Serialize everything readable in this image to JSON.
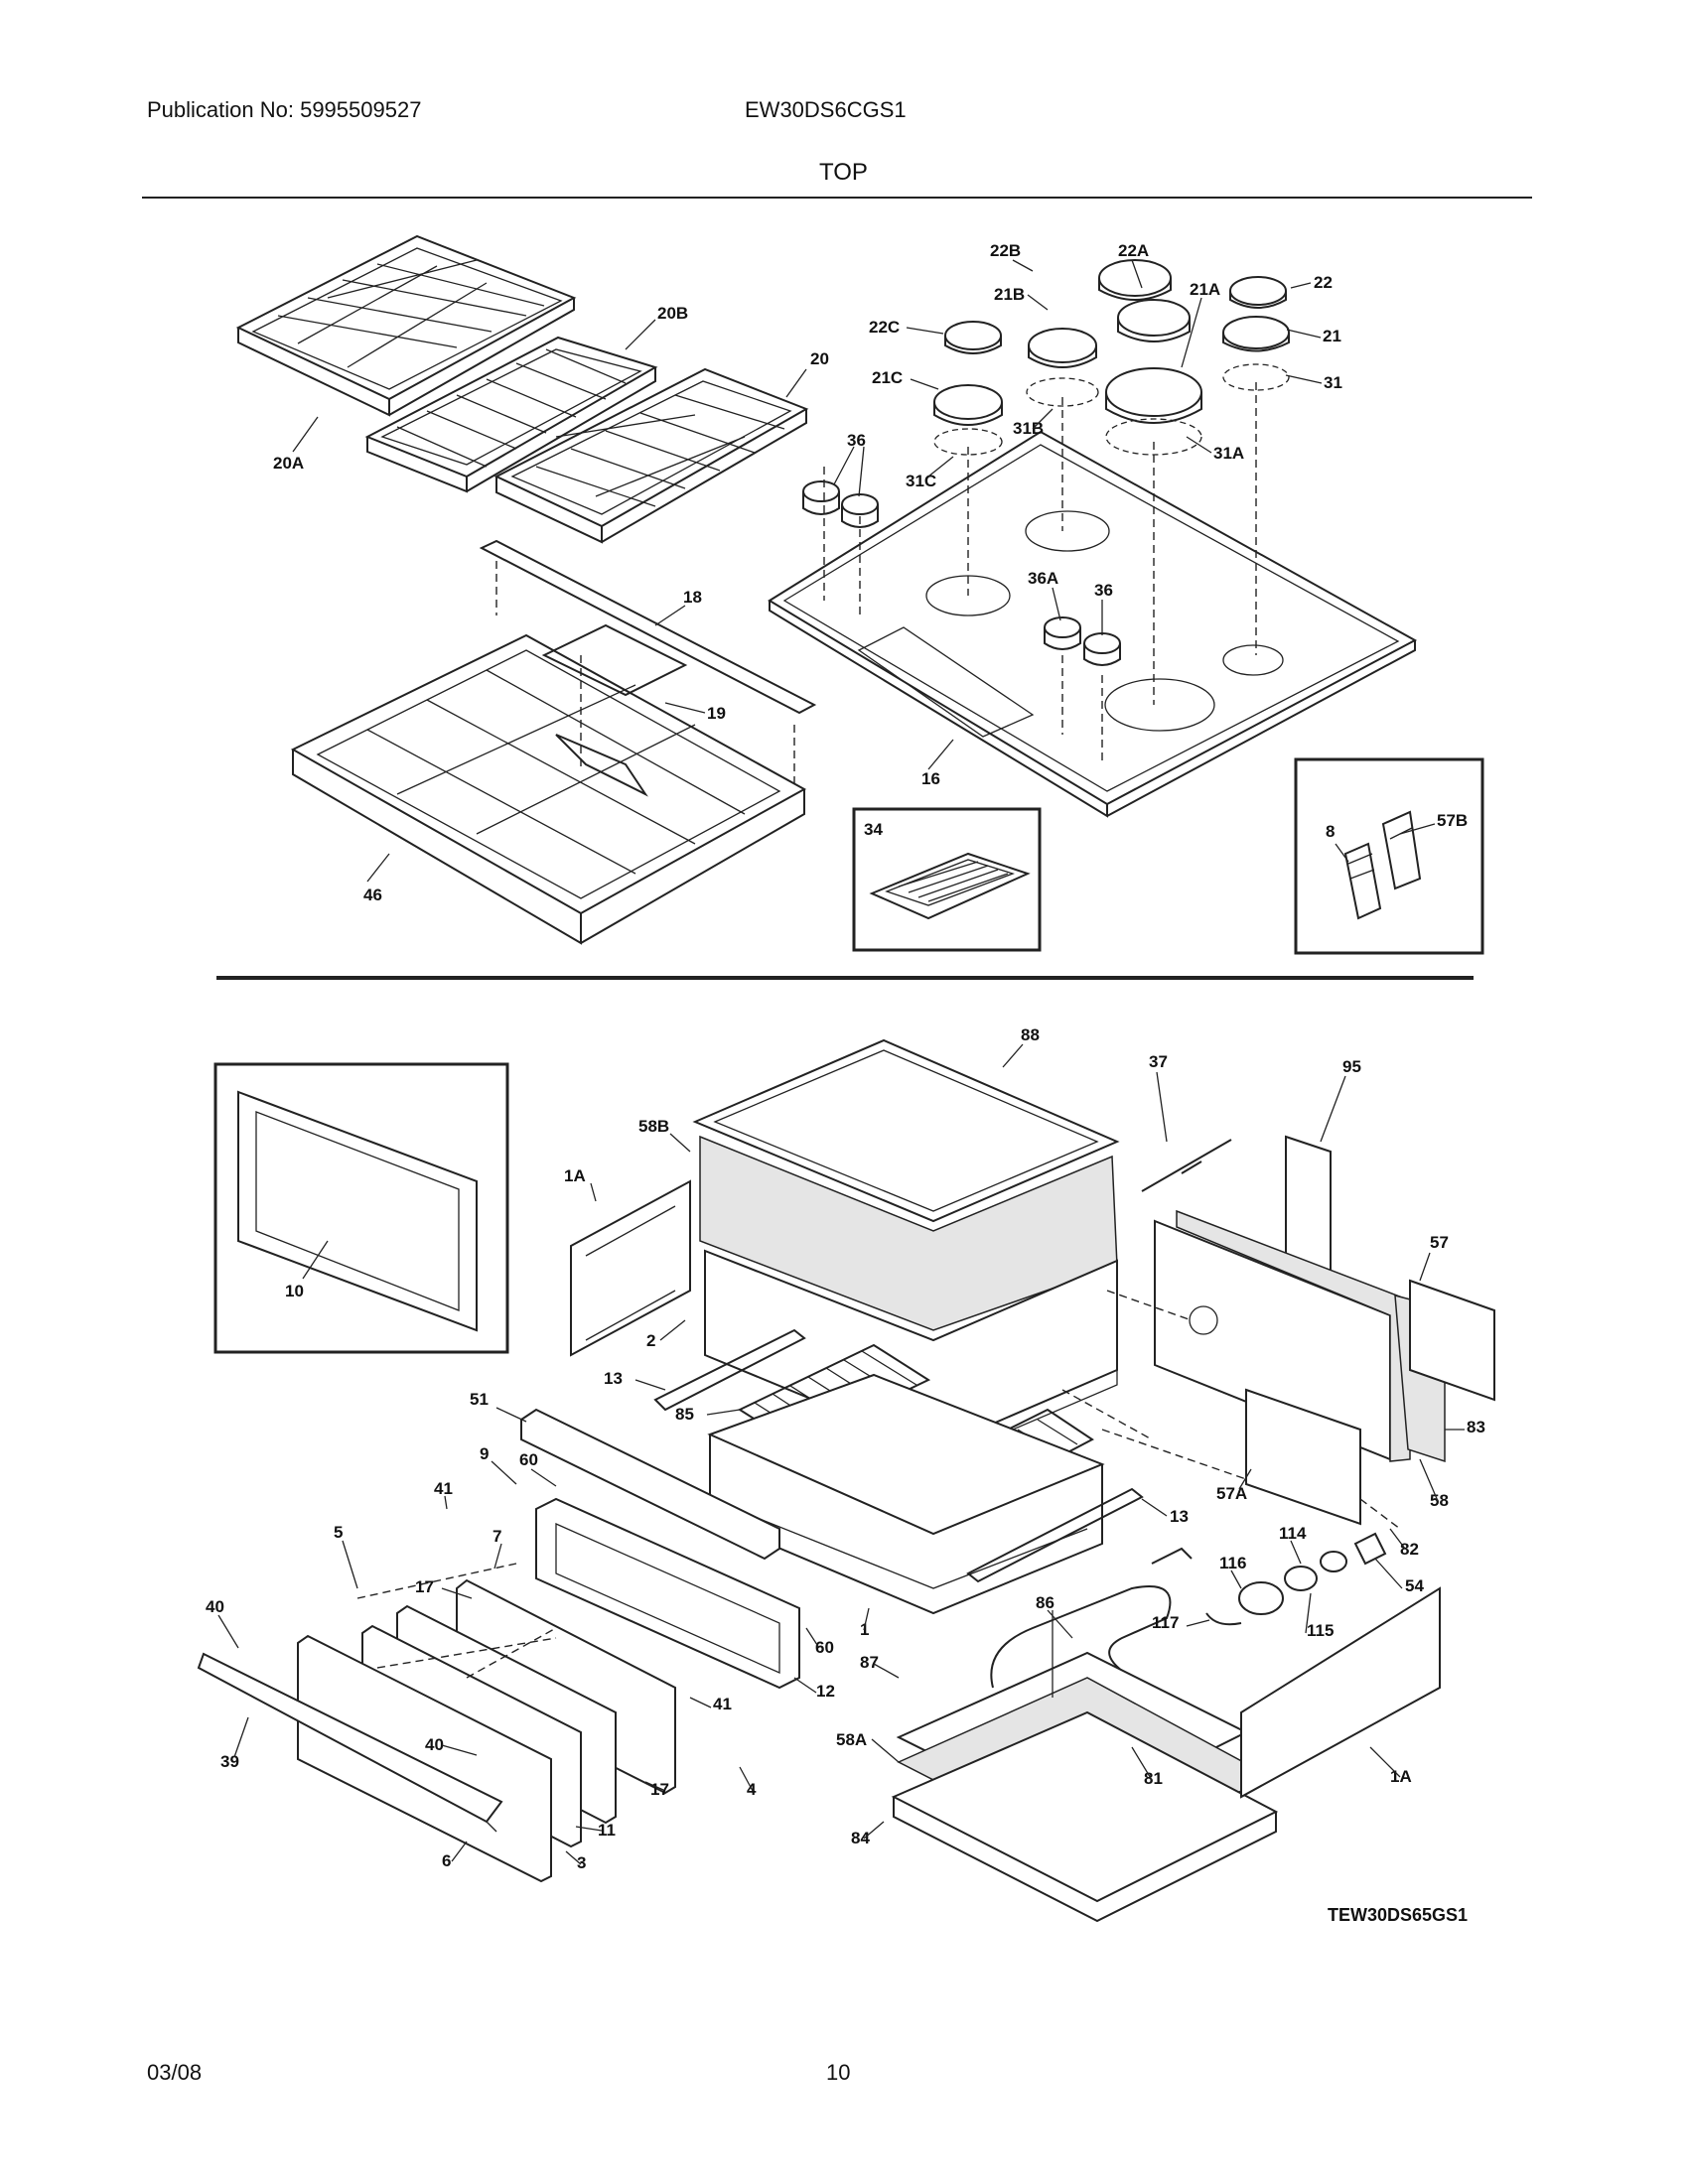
{
  "header": {
    "publication": "Publication No: 5995509527",
    "model": "EW30DS6CGS1",
    "section_title": "TOP"
  },
  "footer": {
    "date": "03/08",
    "page_number": "10"
  },
  "drawing_code": "TEW30DS65GS1",
  "part_labels": {
    "p20B": "20B",
    "p20": "20",
    "p20A": "20A",
    "p22B": "22B",
    "p22A": "22A",
    "p21B": "21B",
    "p21A": "21A",
    "p22": "22",
    "p22C": "22C",
    "p21": "21",
    "p21C": "21C",
    "p31": "31",
    "p31B": "31B",
    "p31A": "31A",
    "p31C": "31C",
    "p36a": "36",
    "p36A": "36A",
    "p36b": "36",
    "p18": "18",
    "p19": "19",
    "p16": "16",
    "p46": "46",
    "p34": "34",
    "p8": "8",
    "p57B": "57B",
    "p88": "88",
    "p58B": "58B",
    "p37": "37",
    "p95": "95",
    "p1A": "1A",
    "p10": "10",
    "p57": "57",
    "p2": "2",
    "p13a": "13",
    "p85": "85",
    "p83": "83",
    "p51": "51",
    "p9": "9",
    "p60a": "60",
    "p41a": "41",
    "p57A": "57A",
    "p58": "58",
    "p7": "7",
    "p5": "5",
    "p114": "114",
    "p13b": "13",
    "p82": "82",
    "p116": "116",
    "p17a": "17",
    "p54": "54",
    "p40a": "40",
    "p86": "86",
    "p117": "117",
    "p115": "115",
    "p60b": "60",
    "p1": "1",
    "p87": "87",
    "p12": "12",
    "p41b": "41",
    "p39": "39",
    "p58A": "58A",
    "p17b": "17",
    "p4": "4",
    "p1Ab": "1A",
    "p40b": "40",
    "p81": "81",
    "p11": "11",
    "p84": "84",
    "p6": "6",
    "p3": "3"
  }
}
